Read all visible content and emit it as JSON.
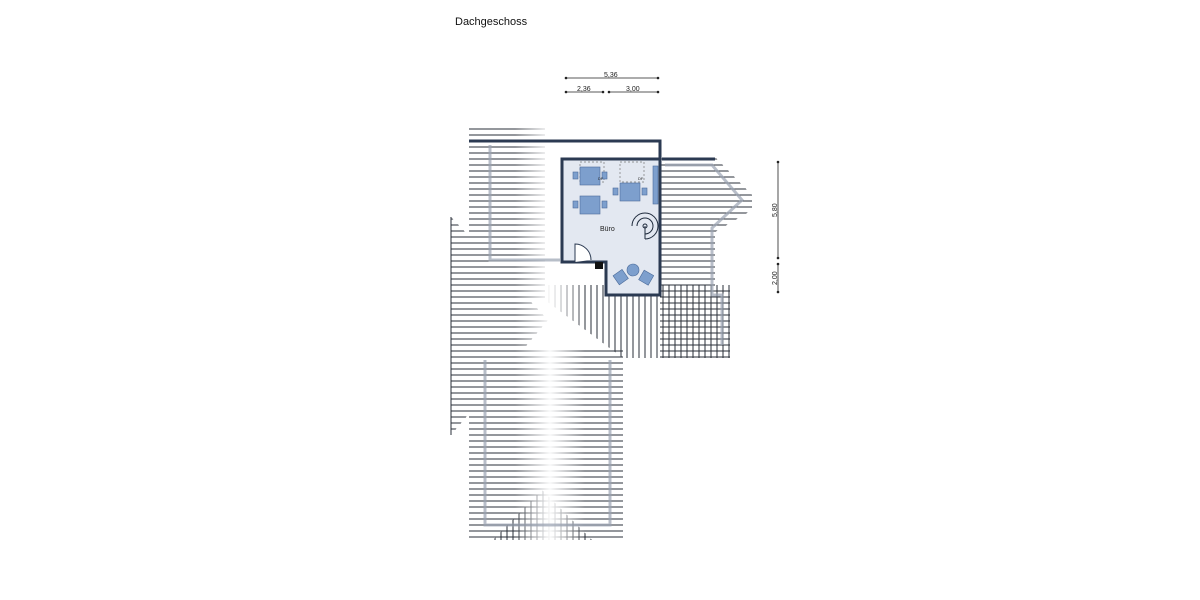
{
  "title": "Dachgeschoss",
  "dimensions": {
    "top_total": "5,36",
    "top_left": "2,36",
    "top_right": "3,00",
    "right_upper": "5,80",
    "right_lower": "2,00"
  },
  "rooms": [
    {
      "label": "Büro"
    }
  ],
  "skylight_labels": [
    "DF",
    "DF"
  ],
  "colors": {
    "wall": "#2b3a52",
    "room_fill": "#e3e8f1",
    "furniture": "#6f93c4",
    "roof_lines": "#2a2f38"
  }
}
